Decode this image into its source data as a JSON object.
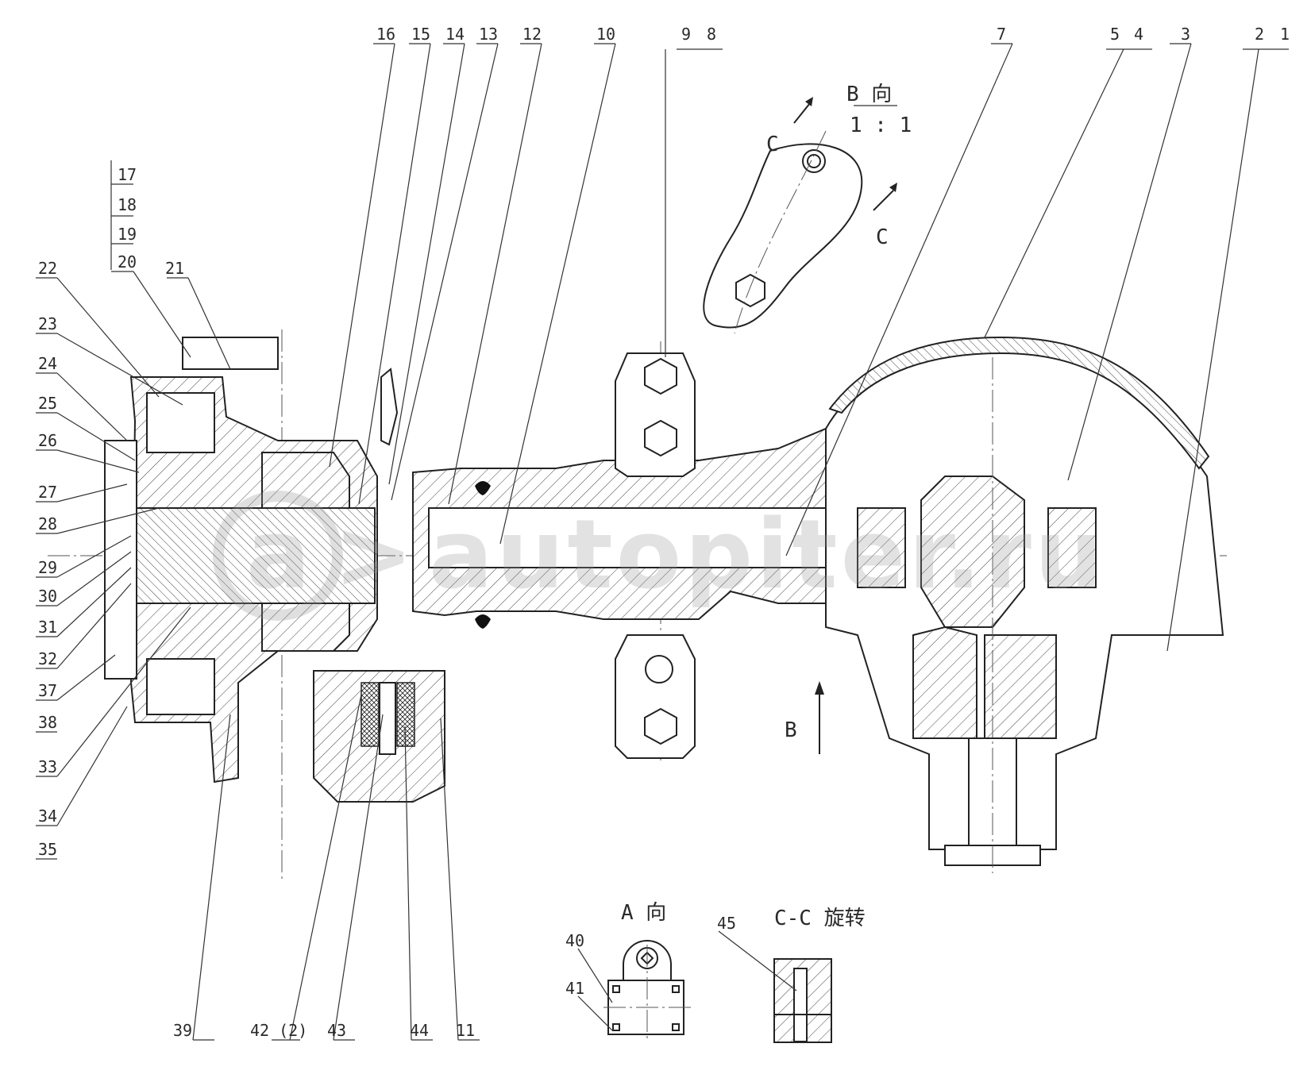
{
  "callouts_top": [
    "16",
    "15",
    "14",
    "13",
    "12",
    "10",
    "9",
    "8",
    "7",
    "5",
    "4",
    "3",
    "2",
    "1"
  ],
  "callouts_left": [
    "17",
    "18",
    "19",
    "20",
    "21",
    "22",
    "23",
    "24",
    "25",
    "26",
    "27",
    "28",
    "29",
    "30",
    "31",
    "32",
    "37",
    "38",
    "33",
    "34",
    "35"
  ],
  "callouts_bottom": [
    "39",
    "42 (2)",
    "43",
    "44",
    "11"
  ],
  "view_b": {
    "title": "B 向",
    "scale": "1 : 1",
    "section_mark": "C",
    "arrow_label": "B"
  },
  "view_a": {
    "title": "A 向",
    "items": [
      "40",
      "41"
    ]
  },
  "view_cc": {
    "title": "C-C 旋转",
    "item": "45"
  },
  "watermark": "autopiter.ru"
}
